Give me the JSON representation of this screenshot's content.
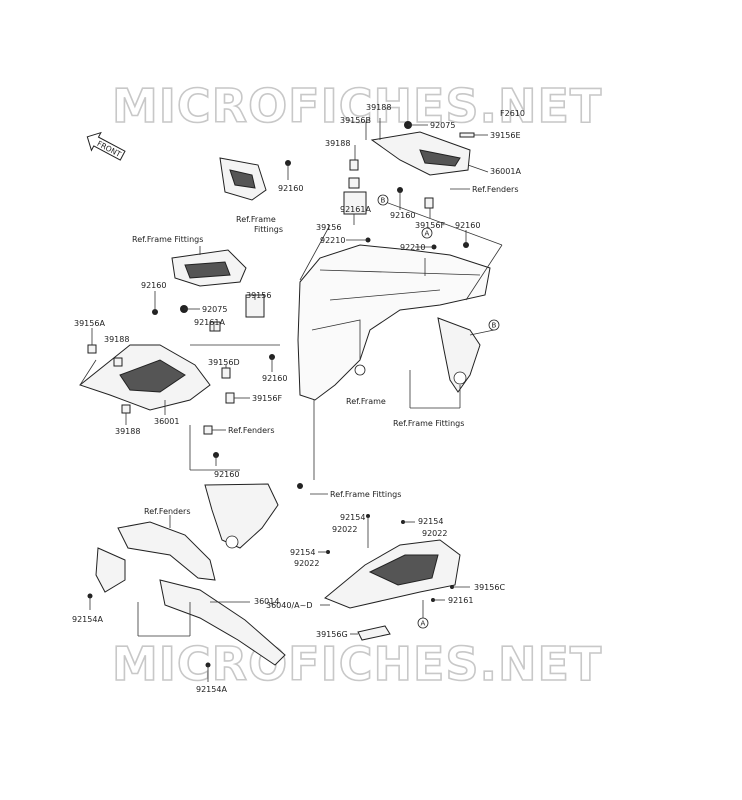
{
  "watermark": "MICROFICHES.NET",
  "diagram_code": "F2610",
  "front_label": "FRONT",
  "labels": {
    "p39188_a": "39188",
    "p39156B": "39156B",
    "p92075_a": "92075",
    "p39156E": "39156E",
    "p39188_b": "39188",
    "p36001A": "36001A",
    "p92160_a": "92160",
    "ref_fenders_a": "Ref.Fenders",
    "ref_frame_fittings_a": "Ref.Frame\nFittings",
    "p92161A_a": "92161A",
    "p92160_b": "92160",
    "p39156F_a": "39156F",
    "p92160_c": "92160",
    "p39156_a": "39156",
    "p92210_a": "92210",
    "p92210_b": "92210",
    "ref_frame_fittings_b": "Ref.Frame Fittings",
    "p92160_d": "92160",
    "p92075_b": "92075",
    "p39156_b": "39156",
    "p92161A_b": "92161A",
    "p39156A": "39156A",
    "p39188_c": "39188",
    "p39156D": "39156D",
    "p92160_e": "92160",
    "p39156F_b": "39156F",
    "ref_frame": "Ref.Frame",
    "p39188_d": "39188",
    "p36001": "36001",
    "ref_fenders_b": "Ref.Fenders",
    "ref_frame_fittings_c": "Ref.Frame Fittings",
    "p92160_f": "92160",
    "ref_frame_fittings_d": "Ref.Frame Fittings",
    "ref_fenders_c": "Ref.Fenders",
    "p92154_a": "92154",
    "p92022_a": "92022",
    "p92154_b": "92154",
    "p92022_b": "92022",
    "p92154_c": "92154",
    "p92022_c": "92022",
    "p36014": "36014",
    "p39156C": "39156C",
    "p92161": "92161",
    "p36040": "36040/A~D",
    "p92154A_a": "92154A",
    "p39156G": "39156G",
    "p92154A_b": "92154A"
  },
  "callouts": {
    "a": "A",
    "b": "B"
  }
}
